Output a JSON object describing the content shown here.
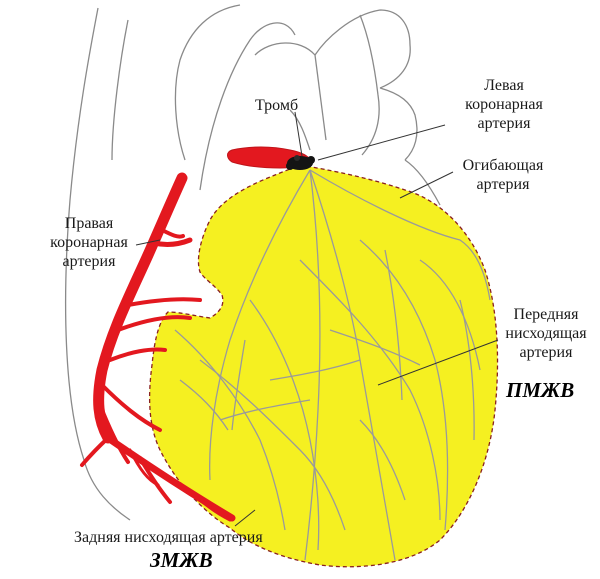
{
  "colors": {
    "myocardium_fill": "#f5f021",
    "artery_red": "#e3181f",
    "thrombus": "#141414",
    "outline": "#8a8a8a",
    "vessel_line": "#999999",
    "ischemic_border": "#8a2020"
  },
  "labels": {
    "thrombus": "Тромб",
    "left_coronary": [
      "Левая",
      "коронарная",
      "артерия"
    ],
    "circumflex": [
      "Огибающая",
      "артерия"
    ],
    "right_coronary": [
      "Правая",
      "коронарная",
      "артерия"
    ],
    "anterior_descending": [
      "Передняя",
      "нисходящая",
      "артерия"
    ],
    "posterior_descending": "Задняя нисходящая артерия",
    "anterior_wall_abbr": "ПМЖВ",
    "posterior_wall_abbr": "ЗМЖВ"
  }
}
